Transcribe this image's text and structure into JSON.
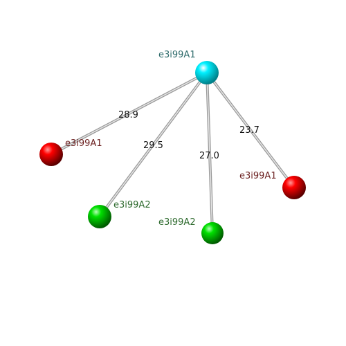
{
  "nodes": [
    {
      "id": "center",
      "label": "e3i99A1",
      "color": "#00e5ee",
      "label_color": "#2e6b6b"
    },
    {
      "id": "left-red",
      "label": "e3i99A1",
      "color": "#ff0000",
      "label_color": "#6b1f1f"
    },
    {
      "id": "right-red",
      "label": "e3i99A1",
      "color": "#ff0000",
      "label_color": "#6b1f1f"
    },
    {
      "id": "left-green",
      "label": "e3i99A2",
      "color": "#00dd00",
      "label_color": "#2f6b2f"
    },
    {
      "id": "right-green",
      "label": "e3i99A2",
      "color": "#00dd00",
      "label_color": "#2f6b2f"
    }
  ],
  "edges": [
    {
      "from": "center",
      "to": "left-red",
      "distance": "28.9"
    },
    {
      "from": "center",
      "to": "left-green",
      "distance": "29.5"
    },
    {
      "from": "center",
      "to": "right-green",
      "distance": "27.0"
    },
    {
      "from": "center",
      "to": "right-red",
      "distance": "23.7"
    }
  ]
}
